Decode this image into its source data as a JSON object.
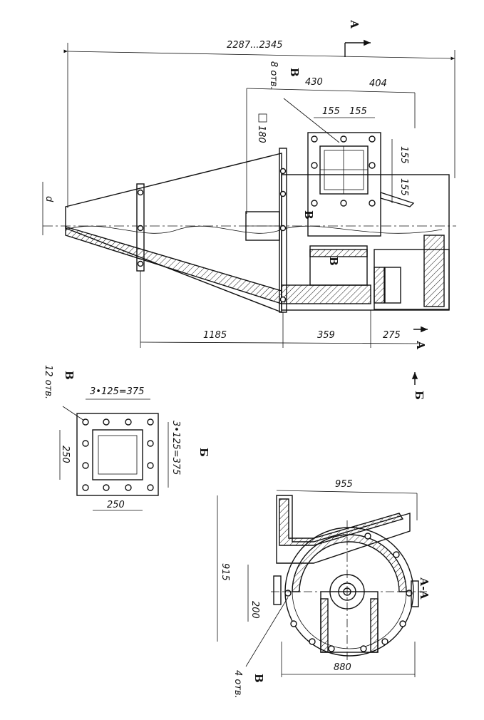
{
  "dimensions": {
    "total_length": "2287...2345",
    "holes_top": "8 отв.",
    "w430": "430",
    "w404": "404",
    "w155a": "155",
    "w155b": "155",
    "v155a": "155",
    "v155b": "155",
    "square_180": "180",
    "d_label": "d",
    "l1185": "1185",
    "l359": "359",
    "l275": "275",
    "flange_holes": "12 отв.",
    "flange_top": "3•125=375",
    "flange_side": "3•125=375",
    "flange_250v": "250",
    "flange_250h": "250",
    "end_955": "955",
    "end_915": "915",
    "end_200": "200",
    "end_880": "880",
    "end_holes": "4 отв."
  },
  "labels": {
    "section_a_top": "А",
    "section_a_bottom": "А",
    "view_b_arrow": "Б",
    "view_b_title": "Б",
    "section_aa": "А-А",
    "mark_v1": "В",
    "mark_v2": "В",
    "mark_v3": "В",
    "mark_v4": "В",
    "mark_v5": "В"
  }
}
